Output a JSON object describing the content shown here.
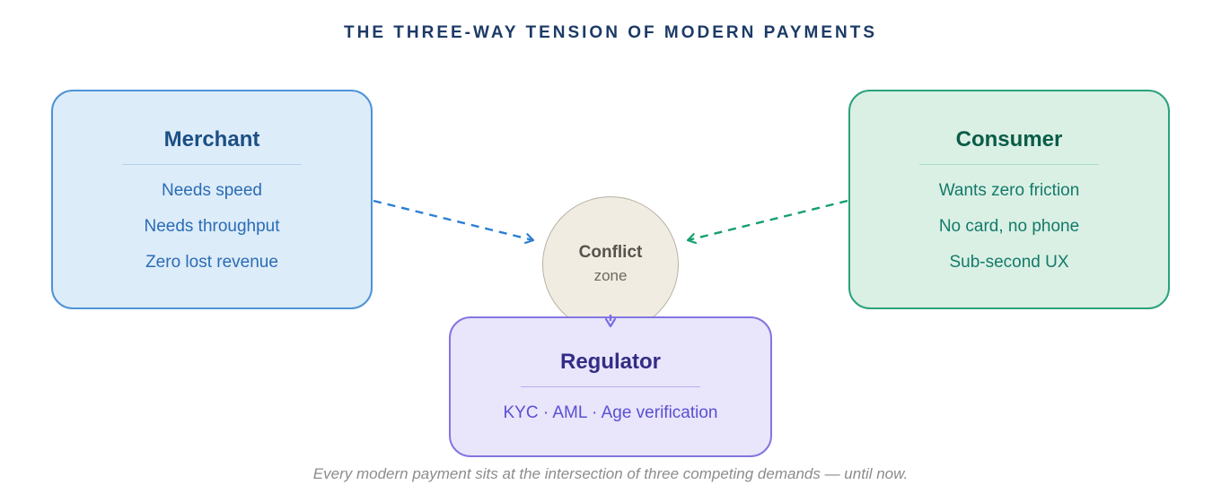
{
  "title": "THE THREE-WAY TENSION OF MODERN PAYMENTS",
  "conflict": {
    "line1": "Conflict",
    "line2": "zone"
  },
  "boxes": [
    {
      "id": "merchant",
      "title": "Merchant",
      "items": [
        "Needs speed",
        "Needs throughput",
        "Zero lost revenue"
      ],
      "accent_color": "#4e93d7",
      "text_color": "#2a6cb5"
    },
    {
      "id": "consumer",
      "title": "Consumer",
      "items": [
        "Wants zero friction",
        "No card, no phone",
        "Sub-second UX"
      ],
      "accent_color": "#2ba27b",
      "text_color": "#147a68"
    },
    {
      "id": "regulator",
      "title": "Regulator",
      "items": [
        "KYC · AML · Age verification"
      ],
      "accent_color": "#8276e0",
      "text_color": "#5a50d2"
    }
  ],
  "colors": {
    "title_text": "#1c3a66",
    "merchant_arrow": "#2d7ed3",
    "consumer_arrow": "#14a06c",
    "regulator_arrow": "#7b6ee2",
    "conflict_fill": "#f1ece2",
    "conflict_border": "#b9b1a4"
  },
  "caption": "Every modern payment sits at the intersection of three competing demands — until now."
}
